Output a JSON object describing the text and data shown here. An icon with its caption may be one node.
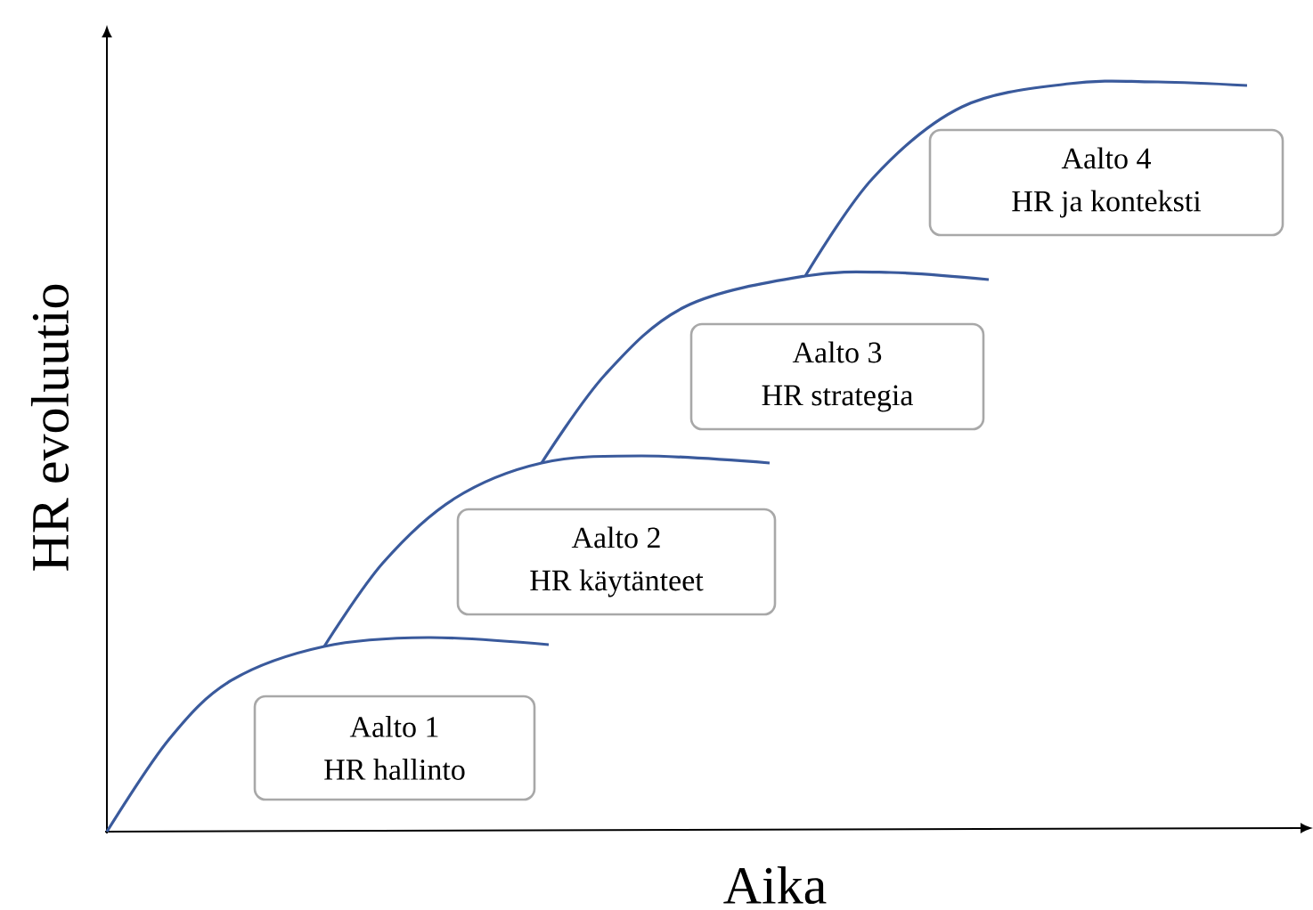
{
  "diagram": {
    "nodes": [
      {
        "text": [
          "Aalto 1",
          "HR hallinto"
        ]
      },
      {
        "text": [
          "Aalto 2",
          "HR käytänteet"
        ]
      },
      {
        "text": [
          "Aalto 3",
          "HR strategia"
        ]
      },
      {
        "text": [
          "Aalto 4",
          "HR ja konteksti"
        ]
      }
    ],
    "labels": [
      "HR evoluutio",
      "Aika"
    ]
  }
}
